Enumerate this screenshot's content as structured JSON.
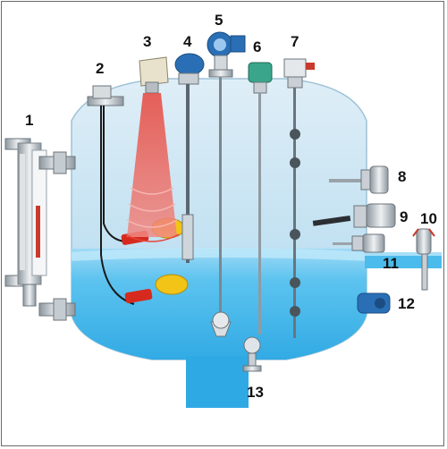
{
  "labels": {
    "n1": "1",
    "n2": "2",
    "n3": "3",
    "n4": "4",
    "n5": "5",
    "n6": "6",
    "n7": "7",
    "n8": "8",
    "n9": "9",
    "n10": "10",
    "n11": "11",
    "n12": "12",
    "n13": "13"
  },
  "colors": {
    "tank_top": "#cfe6f2",
    "tank_mid": "#b8dcee",
    "liquid": "#3fb4ea",
    "liquid_light": "#8fd3f4",
    "radar_beam": "#e0403a",
    "float_yellow": "#f2c418",
    "float_red": "#d62a1e",
    "metal": "#c9cfd4",
    "dark_metal": "#5a6670",
    "transmitter_blue": "#2a6fb5",
    "transmitter_teal": "#3aa58a"
  },
  "icons": {
    "i1": "magnetic-level-gauge-icon",
    "i2": "cable-float-switch-icon",
    "i3": "radar-level-transmitter-icon",
    "i4": "float-rod-level-switch-icon",
    "i5": "magnetostrictive-level-transmitter-icon",
    "i6": "guided-wave-radar-icon",
    "i7": "multi-point-float-switch-icon",
    "i8": "vibrating-fork-switch-icon",
    "i9": "side-mounted-float-switch-icon",
    "i10": "pressure-level-transmitter-icon",
    "i11": "conductivity-probe-icon",
    "i12": "differential-pressure-transmitter-icon",
    "i13": "bottom-pressure-sensor-icon"
  }
}
